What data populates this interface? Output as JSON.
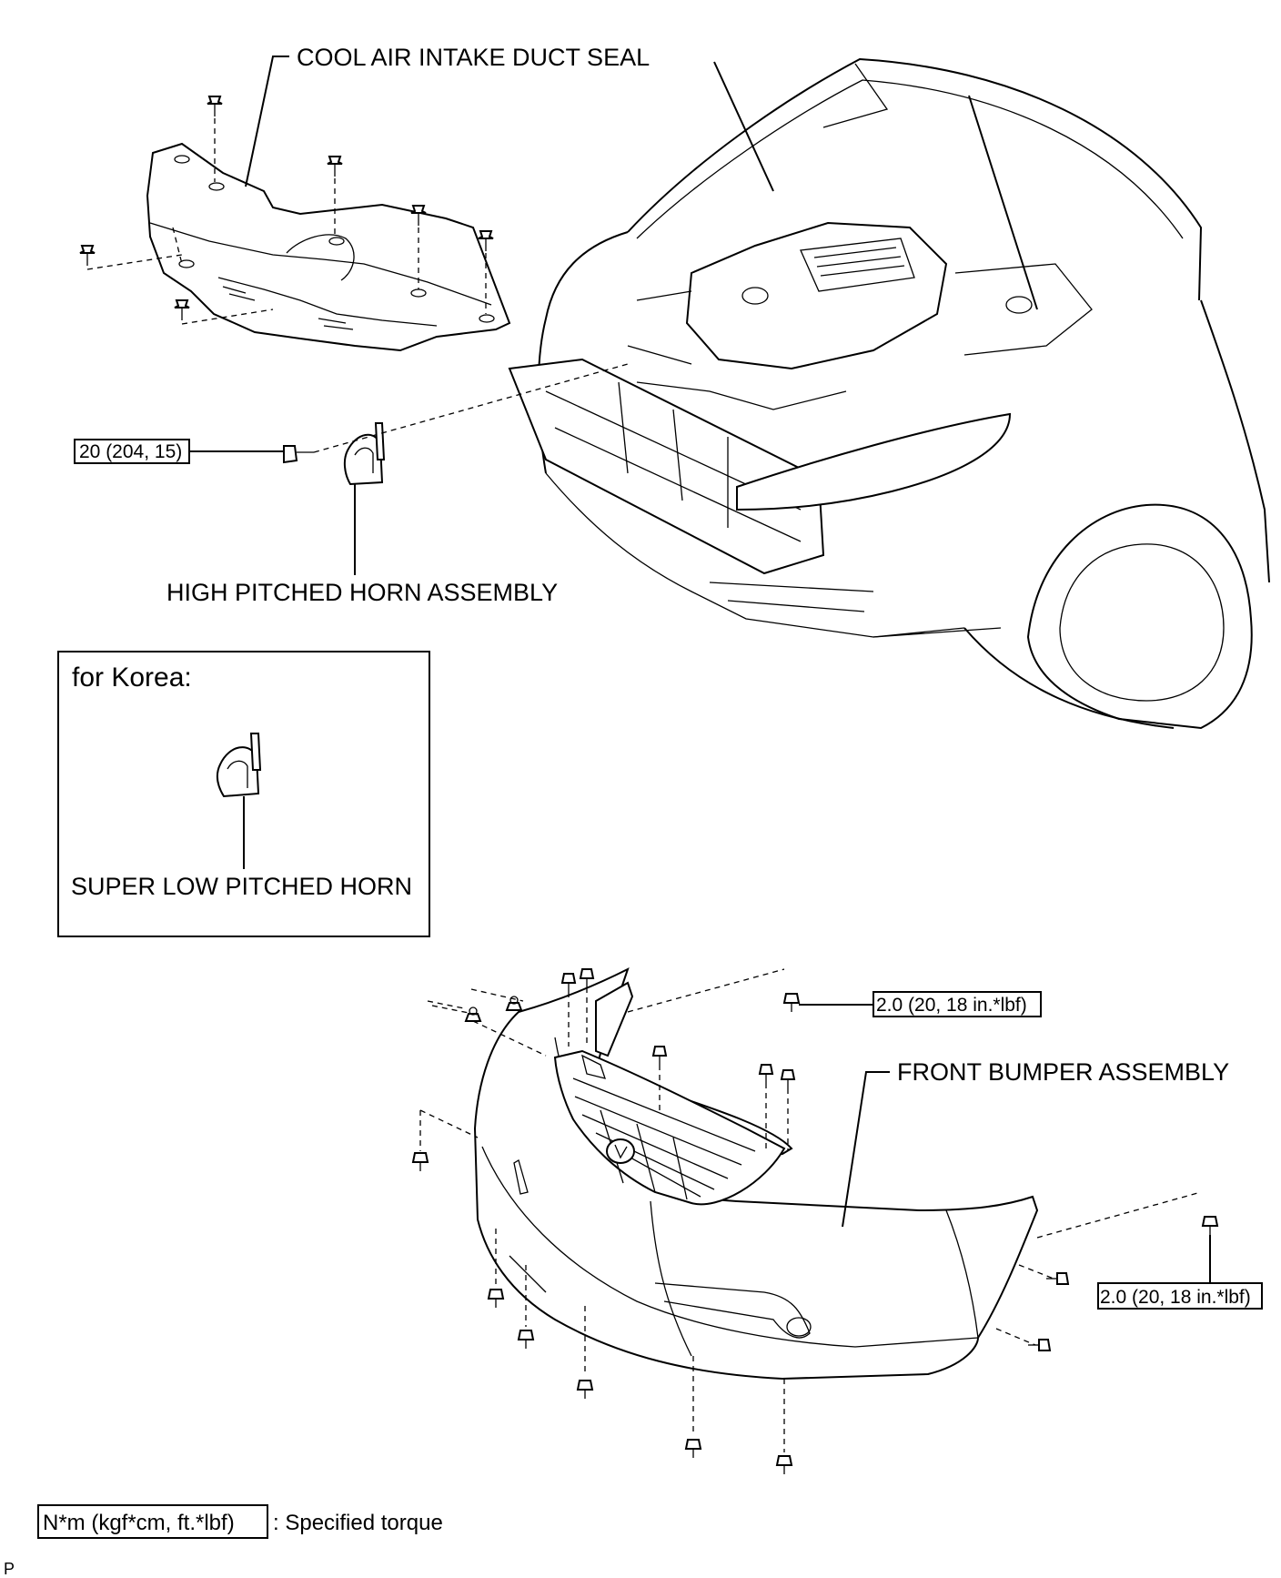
{
  "labels": {
    "duct_seal": "COOL AIR INTAKE DUCT SEAL",
    "high_horn": "HIGH PITCHED HORN ASSEMBLY",
    "korea_heading": "for Korea:",
    "super_low_horn": "SUPER LOW PITCHED HORN",
    "front_bumper": "FRONT BUMPER ASSEMBLY"
  },
  "torques": {
    "horn_bolt": "20 (204, 15)",
    "bumper_top": "2.0 (20, 18 in.*lbf)",
    "bumper_side": "2.0 (20, 18 in.*lbf)"
  },
  "legend": {
    "unit_box": "N*m (kgf*cm, ft.*lbf)",
    "description": ": Specified torque"
  },
  "corner_mark": "P"
}
